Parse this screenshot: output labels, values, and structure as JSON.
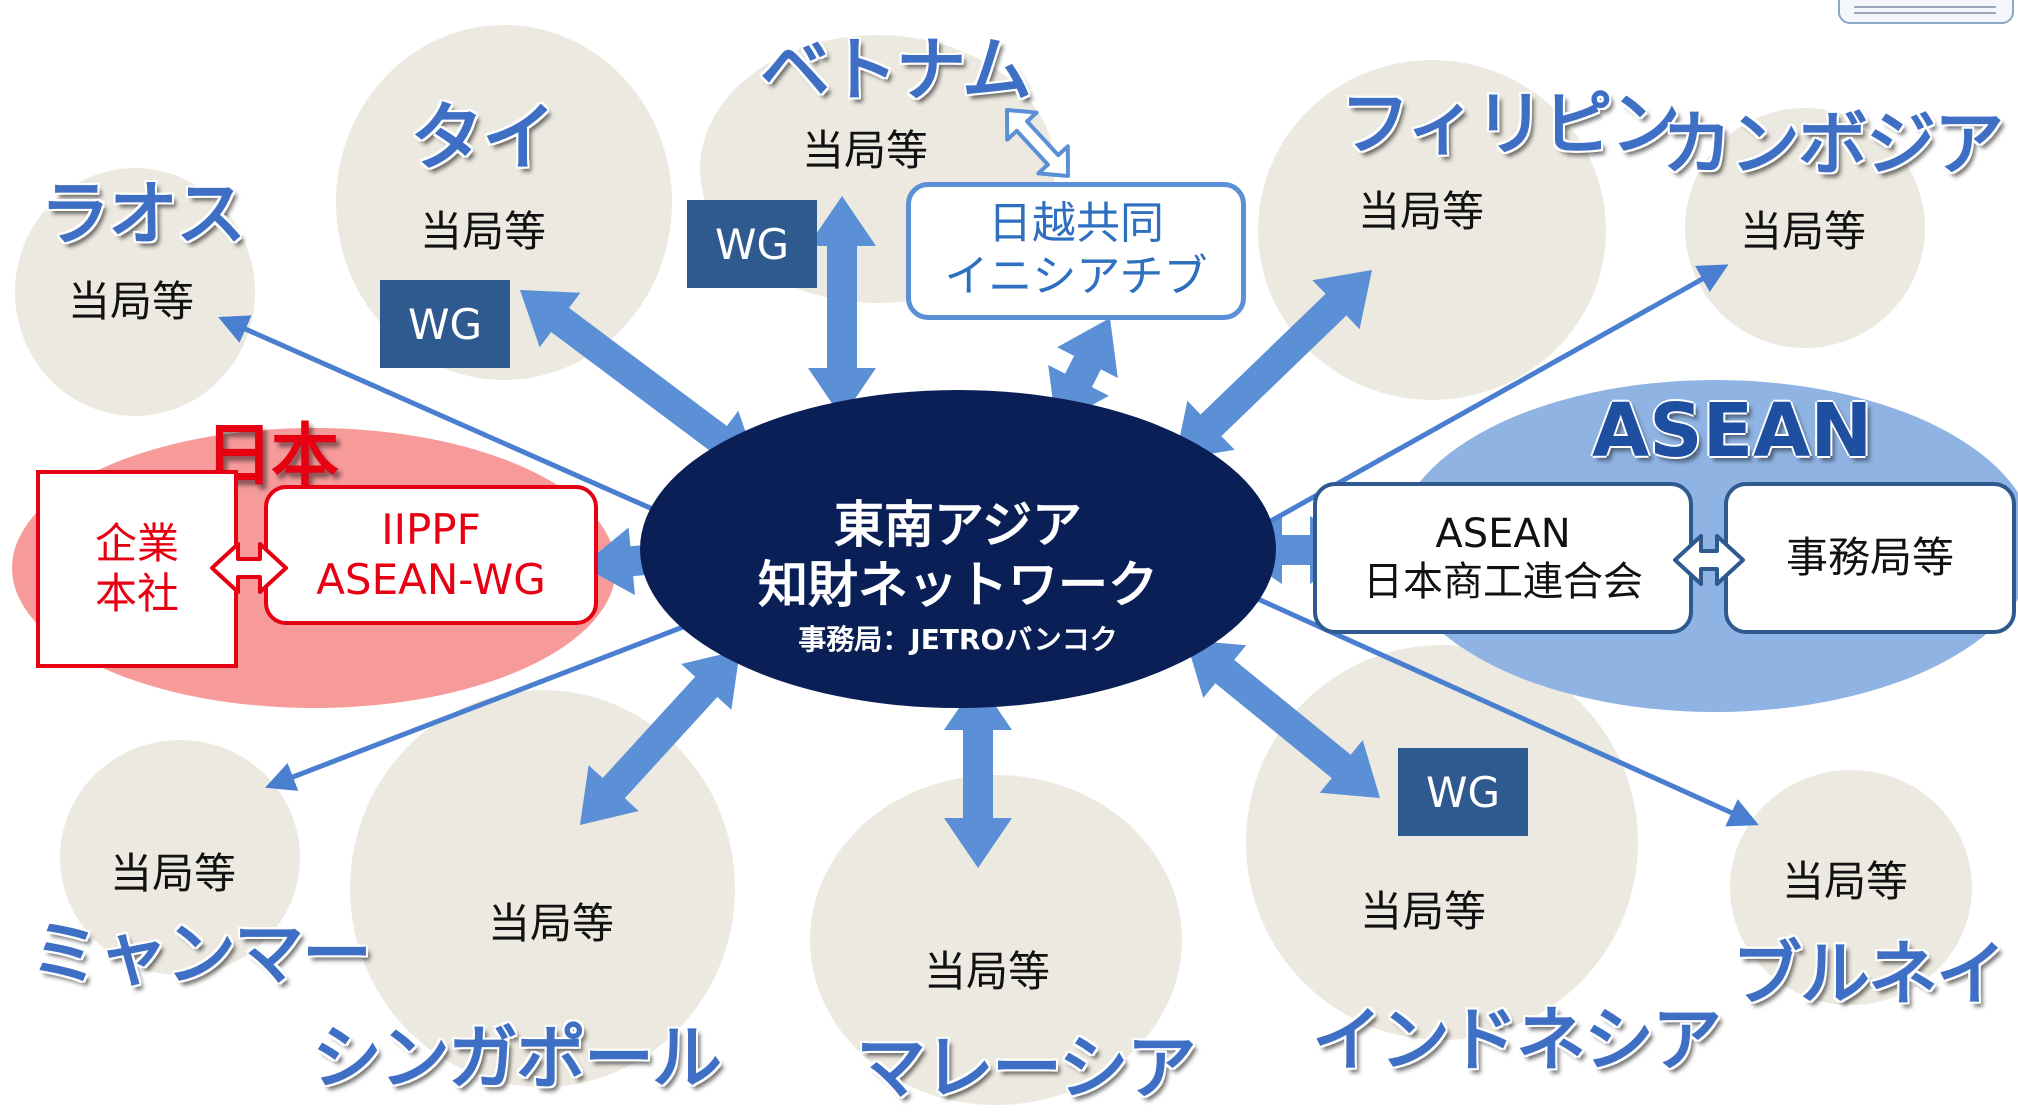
{
  "hub": {
    "line1": "東南アジア",
    "line2": "知財ネットワーク",
    "line3": "事務局：JETROバンコク"
  },
  "authority_label": "当局等",
  "wg_label": "WG",
  "countries": {
    "laos": "ラオス",
    "thai": "タイ",
    "vietnam": "ベトナム",
    "philippines": "フィリピン",
    "cambodia": "カンボジア",
    "myanmar": "ミャンマー",
    "singapore": "シンガポール",
    "malaysia": "マレーシア",
    "indonesia": "インドネシア",
    "brunei": "ブルネイ"
  },
  "japan": {
    "title": "日本",
    "hq_line1": "企業",
    "hq_line2": "本社",
    "iippf_line1": "IIPPF",
    "iippf_line2": "ASEAN-WG"
  },
  "joint_initiative": {
    "line1": "日越共同",
    "line2": "イニシアチブ"
  },
  "asean": {
    "title": "ASEAN",
    "jcci_line1": "ASEAN",
    "jcci_line2": "日本商工連合会",
    "secretariat": "事務局等"
  },
  "colors": {
    "hub": "#0b1f57",
    "arrow": "#5b8fd6",
    "thin_arrow": "#4a7fd0",
    "bubble": "#ece9e0",
    "wg": "#2f5a8f",
    "japan_red": "#e60012",
    "japan_bg": "#f79a9a",
    "asean_bg": "#8fb3e3",
    "country_text": "#3e6fc4"
  }
}
